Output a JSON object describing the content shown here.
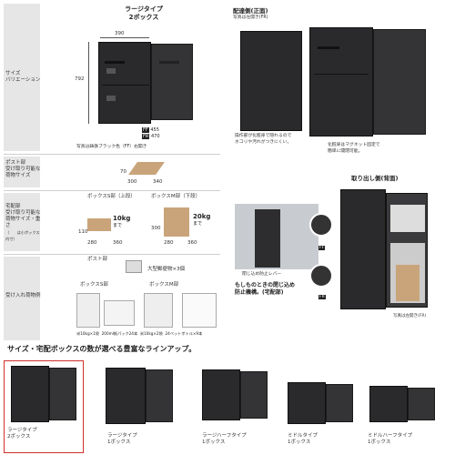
{
  "spec": {
    "type_title": "ラージタイプ",
    "type_sub": "2ボックス",
    "width": "390",
    "height": "792",
    "depth_ff_tag": "FF",
    "depth_ff": "455",
    "depth_fr_tag": "FR",
    "depth_fr": "470",
    "photo_caption": "写真は鋳鉄ブラック色（FF）右開き"
  },
  "rows": {
    "size": {
      "line1": "サイズ",
      "line2": "バリエーション"
    },
    "post": {
      "line1": "ポスト部",
      "line2": "受け取り可能な",
      "line3": "荷物サイズ"
    },
    "delivery": {
      "line1": "宅配部",
      "line2": "受け取り可能な",
      "line3": "荷物サイズ・重さ",
      "line4": "（　　は小ボックス内寸）"
    },
    "examples": {
      "line1": "受け入れ荷物例"
    }
  },
  "post_box": {
    "d1": "70",
    "d2": "300",
    "d3": "340"
  },
  "delivery_boxes": {
    "s_label": "ボックスS部（上段）",
    "m_label": "ボックスM部（下段）",
    "s": {
      "h": "110",
      "w": "280",
      "d": "360",
      "weight": "10kg",
      "weight_unit": "まで"
    },
    "m": {
      "h": "300",
      "w": "280",
      "d": "360",
      "weight": "20kg",
      "weight_unit": "まで"
    }
  },
  "examples": {
    "post_label": "ポスト部",
    "post_item": "大型郵便物×3個",
    "s_label": "ボックスS部",
    "m_label": "ボックスM部",
    "cap1": "米10kg×1袋",
    "cap2": "200ml紙パック24本",
    "cap3": "米10kg×2袋",
    "cap4": "24ペットボトル×9本"
  },
  "front": {
    "title": "配達側(正面)",
    "sub": "写真は左開き(FR)",
    "note_left": "操作部が化粧扉で隠れるので\nホコリや汚れがつきにくい。",
    "note_right": "化粧扉はマグネット固定で\n簡単に開閉可能。"
  },
  "back": {
    "title": "取り出し側(背面)",
    "lever_label": "閉じ込め防止レバー",
    "safety": "もしものときの閉じ込め\n防止機構。(宅配部)",
    "ff_tag": "FF",
    "fr_tag": "FR",
    "sub": "写真は左開き(FR)"
  },
  "lineup": {
    "headline": "サイズ・宅配ボックスの数が選べる豊富なラインアップ。",
    "items": [
      {
        "name": "ラージタイプ",
        "boxes": "2ボックス"
      },
      {
        "name": "ラージタイプ",
        "boxes": "1ボックス"
      },
      {
        "name": "ラージハーフタイプ",
        "boxes": "1ボックス"
      },
      {
        "name": "ミドルタイプ",
        "boxes": "1ボックス"
      },
      {
        "name": "ミドルハーフタイプ",
        "boxes": "1ボックス"
      }
    ]
  },
  "colors": {
    "highlight": "#d0302a",
    "cabinet": "#2a2a2c",
    "box": "#c9a47a"
  }
}
